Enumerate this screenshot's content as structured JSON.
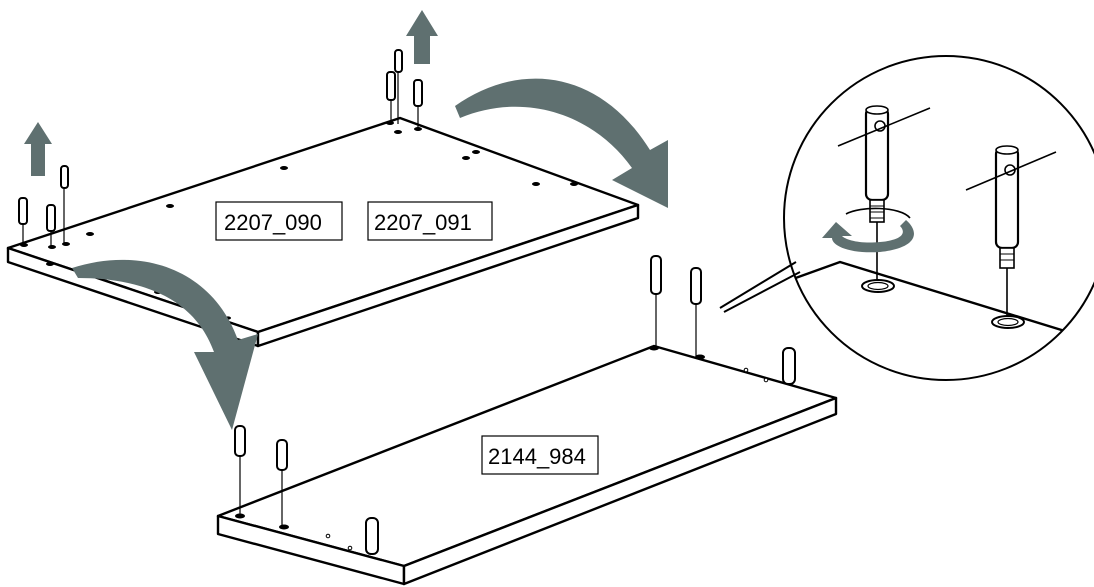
{
  "labels": {
    "upper_left_panel": "2207_090",
    "upper_right_panel": "2207_091",
    "lower_panel": "2144_984"
  },
  "colors": {
    "arrow": "#5f7070",
    "line": "#000000",
    "background": "#ffffff"
  },
  "icons": {
    "lift_arrow": "up-arrow-icon",
    "flip_arrow": "curved-arrow-icon",
    "rotate_arrow": "rotate-arrow-icon"
  }
}
